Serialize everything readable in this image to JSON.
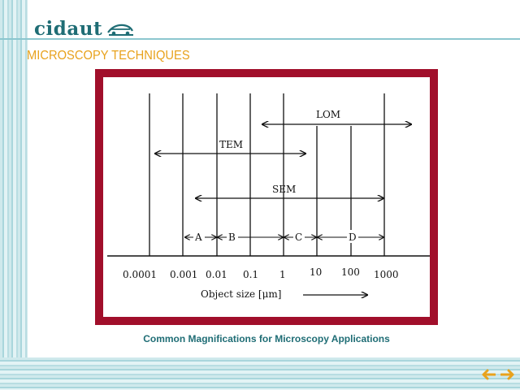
{
  "header": {
    "logo_text": "cidaut",
    "title": "MICROSCOPY TECHNIQUES"
  },
  "diagram": {
    "axis": {
      "ticks": [
        "0.0001",
        "0.001",
        "0.01",
        "0.1",
        "1",
        "10",
        "100",
        "1000"
      ],
      "label": "Object size [μm]"
    },
    "ranges": [
      {
        "label": "LOM"
      },
      {
        "label": "TEM"
      },
      {
        "label": "SEM"
      }
    ],
    "segments": [
      {
        "label": "A"
      },
      {
        "label": "B"
      },
      {
        "label": "C"
      },
      {
        "label": "D"
      }
    ]
  },
  "caption": "Common Magnifications for Microscopy Applications",
  "nav": {
    "prev_icon": "arrow-left-icon",
    "next_icon": "arrow-right-icon",
    "icon_color": "#e8a21d"
  }
}
